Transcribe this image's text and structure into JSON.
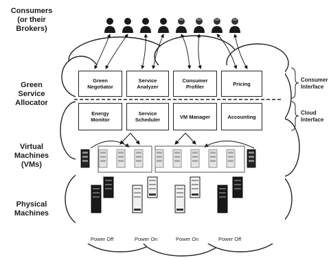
{
  "labels": {
    "consumers": "Consumers\n(or their\nBrokers)",
    "green_service_allocator": "Green\nService\nAllocator",
    "virtual_machines": "Virtual\nMachines\n(VMs)",
    "physical_machines": "Physical\nMachines",
    "consumer_interface": "Consumer\nInterface",
    "cloud_interface": "Cloud\nInterface"
  },
  "allocator_top_row": [
    "Green\nNegotiator",
    "Service\nAnalyzer",
    "Consumer\nProfiler",
    "Pricing"
  ],
  "allocator_bottom_row": [
    "Energy\nMonitor",
    "Service\nScheduler",
    "VM Manager",
    "Accounting"
  ],
  "physical_machine_states": [
    "Power Off",
    "Power On",
    "Power On",
    "Power Off"
  ],
  "consumer_count": 8
}
